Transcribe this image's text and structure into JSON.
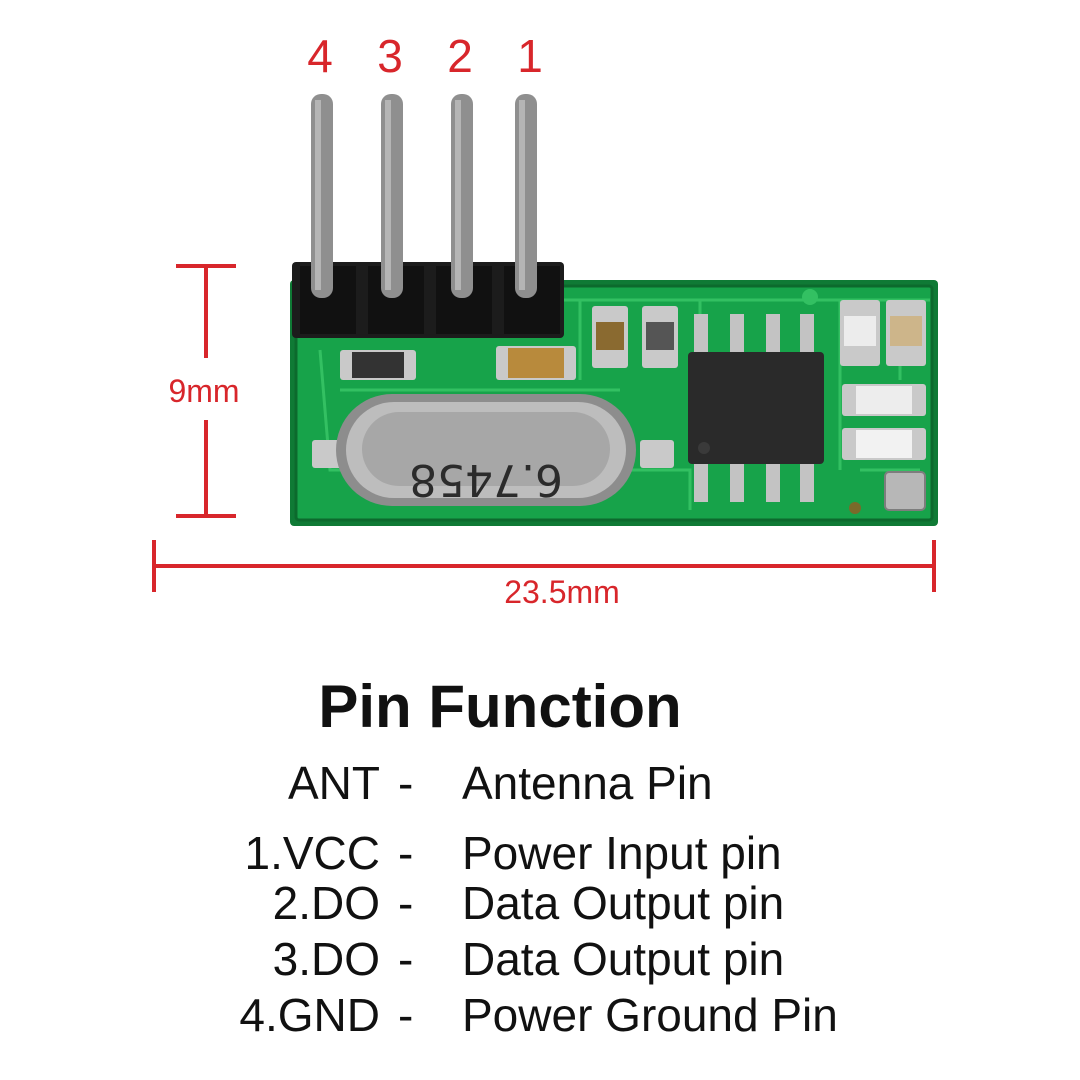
{
  "pin_numbers": [
    "4",
    "3",
    "2",
    "1"
  ],
  "dimensions": {
    "height": "9mm",
    "width": "23.5mm"
  },
  "crystal_marking": "6.7458",
  "colors": {
    "pcb": "#17a34a",
    "annotation": "#d8262b",
    "header": "#1c1c1c"
  },
  "pin_function": {
    "title": "Pin Function",
    "rows": [
      {
        "label": "ANT",
        "dash": "-",
        "description": "Antenna Pin"
      },
      {
        "label": "1.VCC",
        "dash": "-",
        "description": "Power Input pin"
      },
      {
        "label": "2.DO",
        "dash": "-",
        "description": "Data Output pin"
      },
      {
        "label": "3.DO",
        "dash": "-",
        "description": "Data Output pin"
      },
      {
        "label": "4.GND",
        "dash": "-",
        "description": "Power Ground Pin"
      }
    ]
  }
}
